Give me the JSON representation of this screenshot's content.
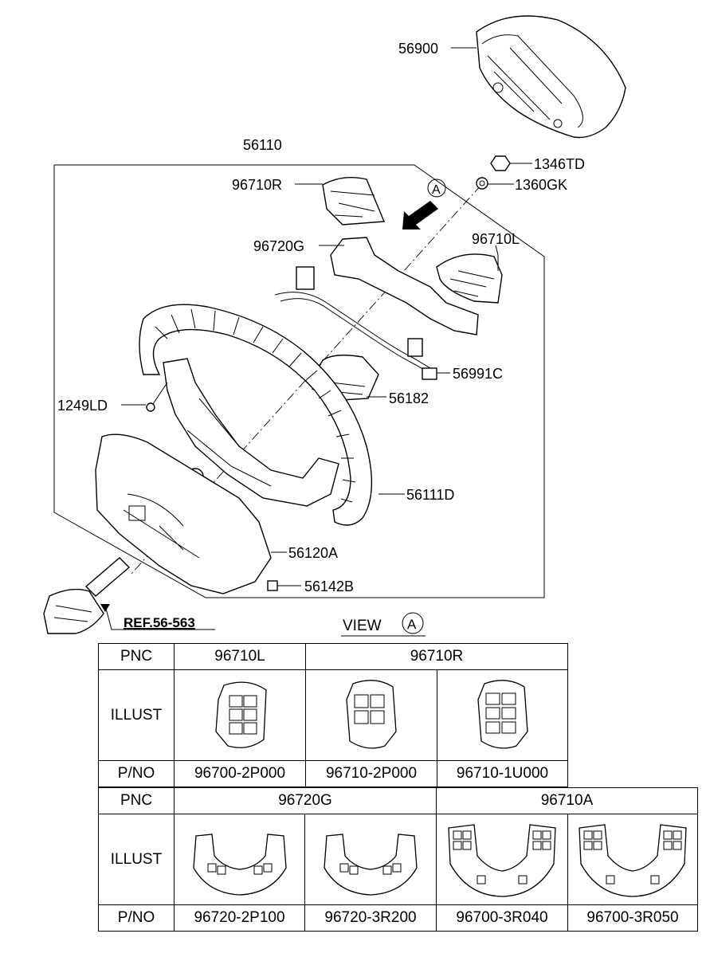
{
  "labels": {
    "56900": "56900",
    "56110": "56110",
    "1346TD": "1346TD",
    "1360GK": "1360GK",
    "96710R": "96710R",
    "96720G": "96720G",
    "96710L": "96710L",
    "56991C": "56991C",
    "56182": "56182",
    "1249LD": "1249LD",
    "56111D": "56111D",
    "56120A": "56120A",
    "56142B": "56142B",
    "ref": "REF.56-563",
    "callout_a": "A"
  },
  "view": {
    "text": "VIEW",
    "marker": "A"
  },
  "table1": {
    "pnc_label": "PNC",
    "illust_label": "ILLUST",
    "pno_label": "P/NO",
    "pnc": [
      "96710L",
      "96710R"
    ],
    "pno": [
      "96700-2P000",
      "96710-2P000",
      "96710-1U000"
    ]
  },
  "table2": {
    "pnc_label": "PNC",
    "illust_label": "ILLUST",
    "pno_label": "P/NO",
    "pnc": [
      "96720G",
      "96710A"
    ],
    "pno": [
      "96720-2P100",
      "96720-3R200",
      "96700-3R040",
      "96700-3R050"
    ]
  }
}
